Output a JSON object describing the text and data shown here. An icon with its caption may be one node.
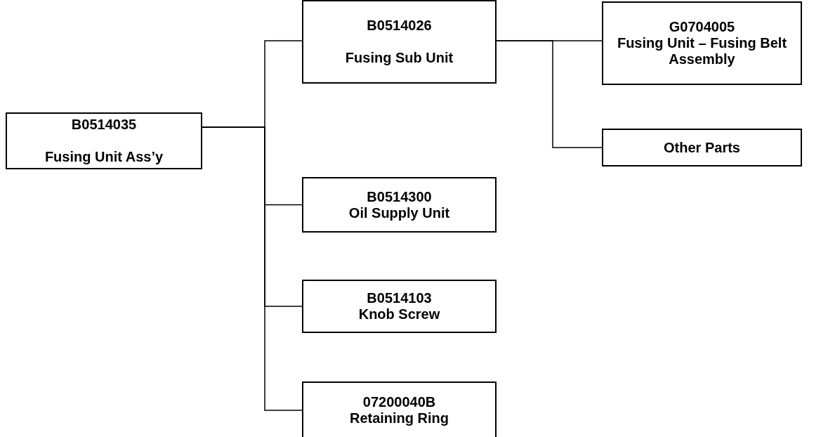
{
  "diagram": {
    "nodes": [
      {
        "text": [
          "B0514035",
          "Fusing Unit Ass’y"
        ]
      },
      {
        "text": [
          "B0514026",
          "Fusing Sub Unit"
        ]
      },
      {
        "text": [
          "G0704005",
          "Fusing Unit – Fusing Belt Assembly"
        ]
      },
      {
        "text": [
          "Other Parts"
        ]
      },
      {
        "text": [
          "B0514300",
          "Oil Supply Unit"
        ]
      },
      {
        "text": [
          "B0514103",
          "Knob Screw"
        ]
      },
      {
        "text": [
          "07200040B",
          "Retaining Ring"
        ]
      }
    ],
    "edges": [
      {
        "from": 0,
        "to": 1,
        "arrow": "none"
      },
      {
        "from": 0,
        "to": 4,
        "arrow": "none"
      },
      {
        "from": 0,
        "to": 5,
        "arrow": "none"
      },
      {
        "from": 0,
        "to": 6,
        "arrow": "none"
      },
      {
        "from": 1,
        "to": 2,
        "arrow": "none"
      },
      {
        "from": 1,
        "to": 3,
        "arrow": "none"
      }
    ]
  }
}
